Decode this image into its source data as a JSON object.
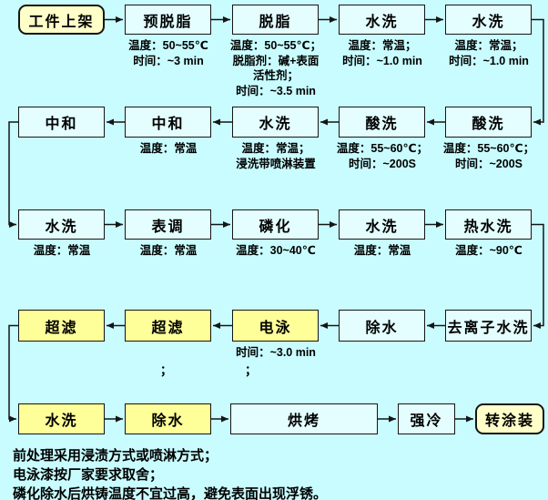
{
  "colors": {
    "bg": "#c9fcfe",
    "box-fill": "#e4feff",
    "yellow-fill": "#ffff99",
    "terminal-fill": "#ffffc9",
    "line": "#151515",
    "text": "#000000"
  },
  "nodes": {
    "start": "工件上架",
    "predegrease": "预脱脂",
    "degrease": "脱脂",
    "rinse1a": "水洗",
    "rinse1b": "水洗",
    "neutral1": "中和",
    "neutral2": "中和",
    "rinse2": "水洗",
    "pickle1": "酸洗",
    "pickle2": "酸洗",
    "rinse3": "水洗",
    "surface": "表调",
    "phosphate": "磷化",
    "rinse4": "水洗",
    "hotrinse": "热水洗",
    "uf1": "超滤",
    "uf2": "超滤",
    "edp": "电泳",
    "dewater1": "除水",
    "dirinse": "去离子水洗",
    "rinse5": "水洗",
    "dewater2": "除水",
    "bake": "烘烤",
    "cool": "强冷",
    "end": "转涂装"
  },
  "annotations": {
    "predegrease": [
      "温度：50~55℃",
      "时间：~3 min"
    ],
    "degrease": [
      "温度：50~55℃；",
      "脱脂剂：碱+表面",
      "活性剂；",
      "时间：~3.5 min"
    ],
    "rinse1a": [
      "温度：常温；",
      "时间：~1.0 min"
    ],
    "rinse1b": [
      "温度：常温；",
      "时间：~1.0 min"
    ],
    "neutral2": [
      "温度：常温"
    ],
    "rinse2": [
      "温度：常温；",
      "浸洗带喷淋装置"
    ],
    "pickle1": [
      "温度：55~60℃；",
      "时间：~200S"
    ],
    "pickle2": [
      "温度：55~60℃；",
      "时间：~200S"
    ],
    "rinse3": [
      "温度：常温"
    ],
    "surface": [
      "温度：常温"
    ],
    "phosphate": [
      "温度：30~40℃"
    ],
    "rinse4": [
      "温度：常温"
    ],
    "hotrinse": [
      "温度：~90℃"
    ],
    "edp": [
      "时间：~3.0 min"
    ]
  },
  "stray_marks": [
    "；",
    "；"
  ],
  "notes": [
    "前处理采用浸渍方式或喷淋方式；",
    "电泳漆按厂家要求取舍；",
    "磷化除水后烘铸温度不宜过高，避免表面出现浮锈。"
  ]
}
